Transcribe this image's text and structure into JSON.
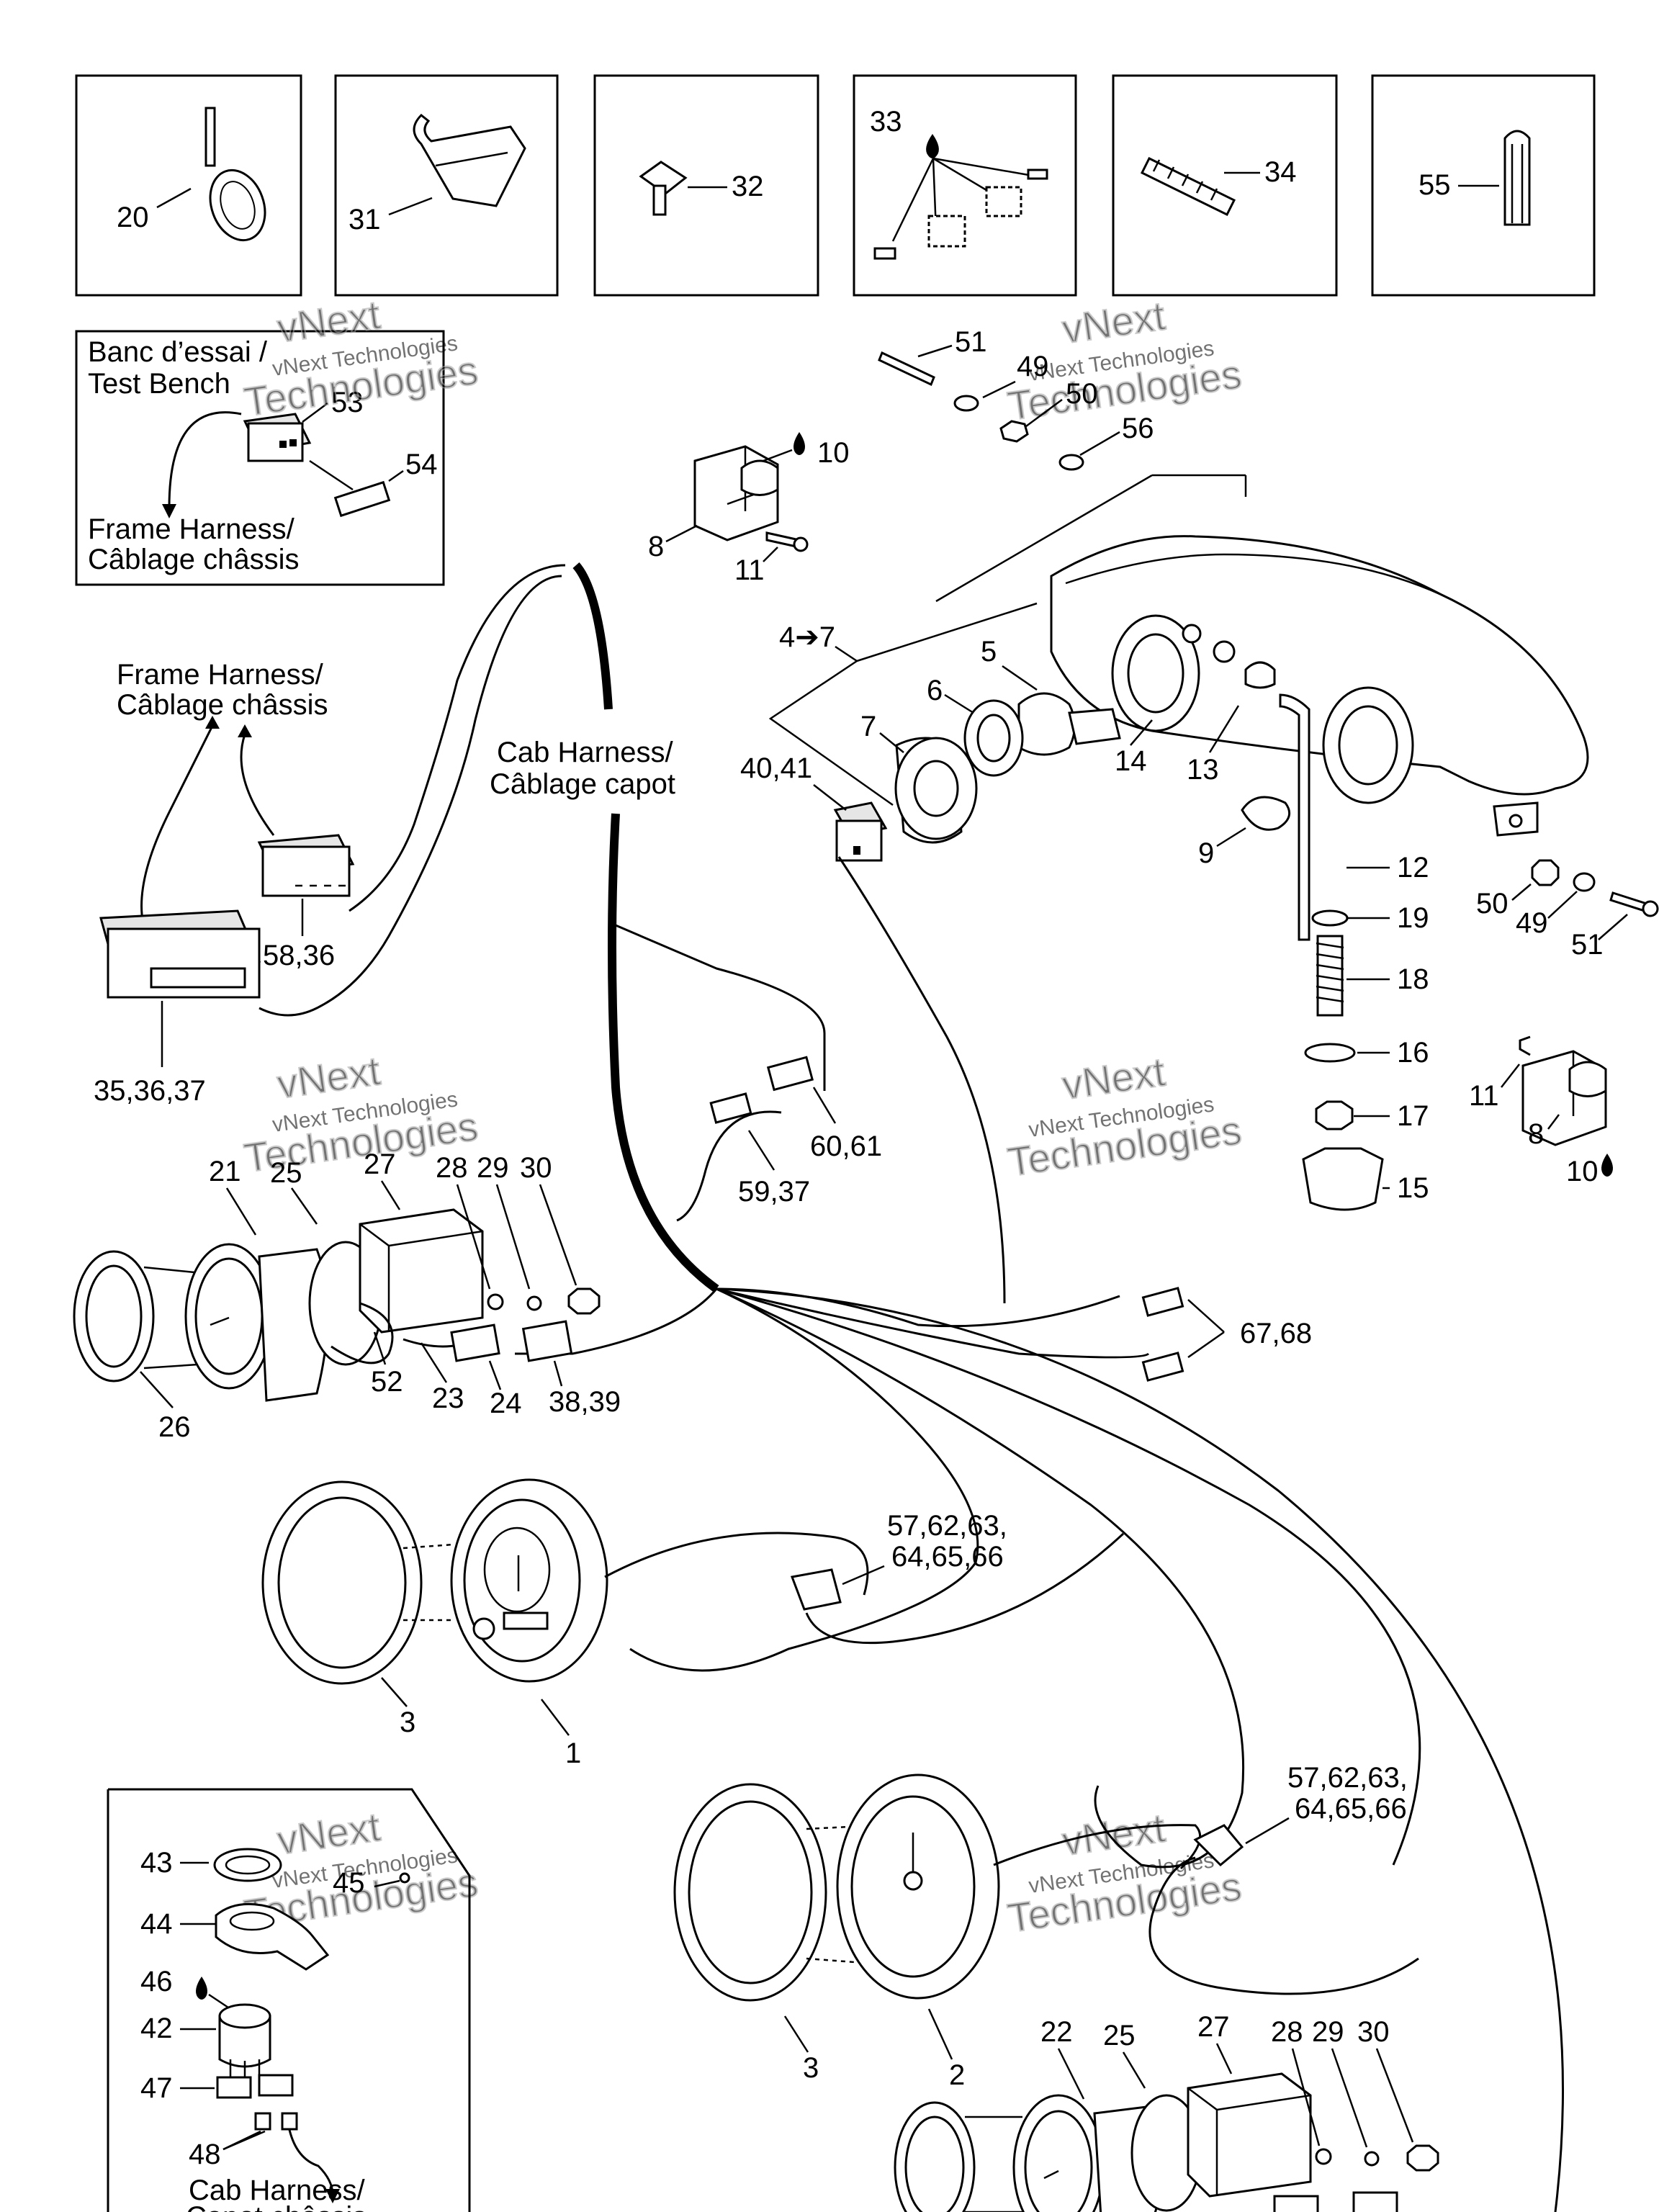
{
  "watermark": {
    "line1": "vNext Technologies",
    "line2": "vNext",
    "line3": "Technologies"
  },
  "test_bench": {
    "title_fr": "Banc d’essai /",
    "title_en": "Test Bench",
    "frame_harness_1": "Frame Harness/",
    "frame_harness_2": "Câblage châssis"
  },
  "frame_harness_left": {
    "line1": "Frame Harness/",
    "line2": "Câblage châssis"
  },
  "cab_harness": {
    "line1": "Cab Harness/",
    "line2": "Câblage capot"
  },
  "inset": {
    "line1": "Cab Harness/",
    "line2": "Capot châssis"
  },
  "callouts": {
    "c20": "20",
    "c31": "31",
    "c32": "32",
    "c33": "33",
    "c34": "34",
    "c55": "55",
    "c53": "53",
    "c54": "54",
    "c51a": "51",
    "c49a": "49",
    "c50a": "50",
    "c56": "56",
    "c10a": "10",
    "c8a": "8",
    "c11a": "11",
    "c4_7": "4➔7",
    "c5": "5",
    "c6": "6",
    "c7": "7",
    "c14": "14",
    "c13": "13",
    "c40_41": "40,41",
    "c9": "9",
    "c12": "12",
    "c19": "19",
    "c50b": "50",
    "c49b": "49",
    "c51b": "51",
    "c18": "18",
    "c16": "16",
    "c17": "17",
    "c15": "15",
    "c11b": "11",
    "c8b": "8",
    "c10b": "10",
    "c58_36": "58,36",
    "c35_36_37": "35,36,37",
    "c59_37": "59,37",
    "c60_61": "60,61",
    "c21": "21",
    "c25a": "25",
    "c27a": "27",
    "c28a": "28",
    "c29a": "29",
    "c30a": "30",
    "c52": "52",
    "c23": "23",
    "c24": "24",
    "c38_39": "38,39",
    "c26": "26",
    "c67_68": "67,68",
    "c57a_1": "57,62,63,",
    "c57a_2": "64,65,66",
    "c3a": "3",
    "c1": "1",
    "c57b_1": "57,62,63,",
    "c57b_2": "64,65,66",
    "c3b": "3",
    "c2": "2",
    "c43": "43",
    "c44": "44",
    "c45": "45",
    "c46": "46",
    "c42": "42",
    "c47": "47",
    "c48": "48",
    "c22": "22",
    "c25b": "25",
    "c27b": "27",
    "c28b": "28",
    "c29b": "29",
    "c30b": "30"
  }
}
